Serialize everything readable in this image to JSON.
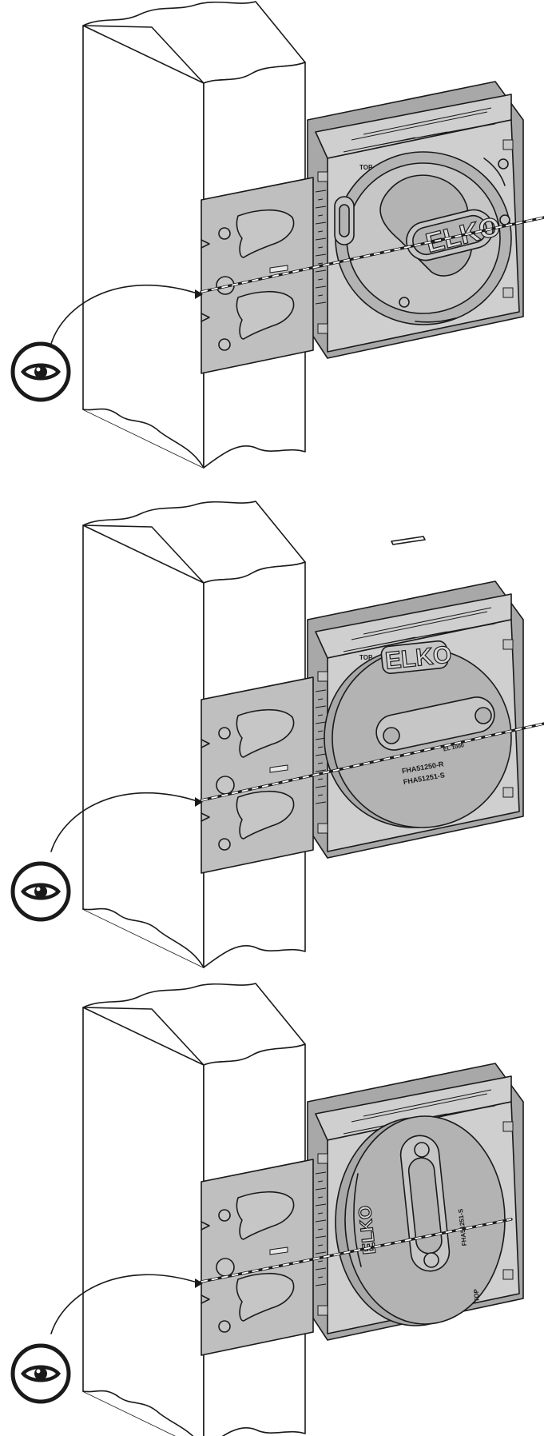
{
  "panels": [
    {
      "id": "step-1",
      "brand": "ELKO",
      "lid_style": "round-handle",
      "top_label": "TOP"
    },
    {
      "id": "step-2",
      "brand": "ELKO",
      "lid_style": "round-cover",
      "top_label": "TOP",
      "codes": [
        "FHA51250-R",
        "FHA51251-S"
      ],
      "small_text": "EL 1000"
    },
    {
      "id": "step-3",
      "brand": "ELKO",
      "lid_style": "rotated-cover",
      "top_label": "TOP",
      "codes": [
        "FHA51251-S"
      ]
    }
  ],
  "icons": [
    "eye-icon",
    "eye-icon",
    "eye-icon"
  ],
  "colors": {
    "plate": "#bfbfbf",
    "box": "#cfcfcf",
    "outline": "#1a1a1a",
    "background": "#ffffff"
  }
}
